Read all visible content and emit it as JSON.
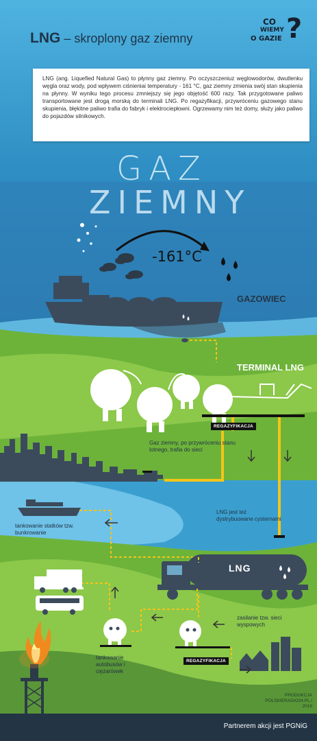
{
  "title": {
    "bold": "LNG",
    "rest": " – skroplony gaz ziemny"
  },
  "logo": {
    "line1": "CO",
    "line2": "WIEMY",
    "line3": "O GAZIE",
    "mark": "?"
  },
  "intro": "LNG (ang. Liquefied Natural Gas) to płynny gaz ziemny. Po oczyszczeniuz węglowodorów, dwutlenku węgla oraz wody, pod wpływem ciśnieniai temperatury - 161 °C, gaz ziemny zmienia swój stan skupienia na płynny. W wyniku tego procesu zmniejszy się jego objętość 600 razy. Tak przygotowane paliwo transportowane jest drogą morską do terminali LNG. Po regazyfikacji, przywróceniu gazowego stanu skupienia, błękitne paliwo trafia do fabryk i elektrociepłowni. Ogrzewamy nim też domy, służy jako paliwo do pojazdów silnikowych.",
  "headline": {
    "line1": "GAZ",
    "line2": "ZIEMNY"
  },
  "temperature": "-161°C",
  "gazowiec": "GAZOWIEC",
  "terminal": "TERMINAL LNG",
  "regas1": "REGAZYFIKACJA",
  "regas2": "REGAZYFIKACJA",
  "gas_to_grid": "Gaz ziemny, po przywróceniu stanu lotnego, trafia do sieci",
  "bunkering": "tankowanie statków tzw. bunkrowanie",
  "cisterns": "LNG jest też dystrybuowane cysternami",
  "truck_label": "LNG",
  "island": "zasilanie tzw. sieci wyspowych",
  "fueling": "tankowanie autobusów i ciężarówek",
  "production": "PRODUKCJA POLSKIERADIO24.PL / 2019",
  "partner": "Partnerem akcji jest PGNiG",
  "colors": {
    "sky": "#3a9fcf",
    "sea": "#5fb7df",
    "grass": "#7cbf3c",
    "dark": "#3b4b5c",
    "pipe": "#f5c518"
  }
}
